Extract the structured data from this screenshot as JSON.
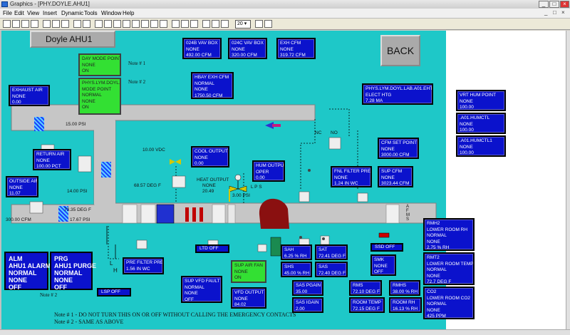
{
  "window": {
    "title": "Graphics - [PHY.DOYLE.AHU1]"
  },
  "menu": [
    "File",
    "Edit",
    "View",
    "Insert",
    "Dynamic",
    "Tools",
    "Window",
    "Help"
  ],
  "toolbar": {
    "zoom": "20"
  },
  "page": {
    "title": "Doyle AHU1",
    "back_label": "BACK"
  },
  "notes": {
    "n1": "Note # 1",
    "n2": "Note # 2",
    "n2b": "Note # 2",
    "footer1": "Note # 1 - DO NOT TURN THIS ON OR OFF WITHOUT CALLING THE EMERGENCY CONTACTS",
    "footer2": "Note # 2 - SAME AS ABOVE"
  },
  "points": {
    "day_mode": [
      "DAY MODE POINT",
      "NONE",
      "ON"
    ],
    "mode_point": [
      "PHYS.LYM.DOYL.",
      "MODE POINT",
      "NORMAL",
      "NONE",
      "ON"
    ],
    "exhaust_air": [
      "EXHAUST AIR",
      "NONE",
      "0.00"
    ],
    "vav024b": [
      "024B VAV BOX",
      "NONE",
      "492.00 CFM"
    ],
    "vav024c": [
      "024C VAV BOX",
      "NONE",
      "320.00 CFM"
    ],
    "exh_cfm": [
      "EXH CFM",
      "NONE",
      "319.72 CFM"
    ],
    "hbay_exh": [
      "HBAY EXH CFM",
      "NORMAL",
      "NONE",
      "1750.50 CFM"
    ],
    "lab_eht": [
      "PHYS.LYM.DOYL.LAB.A01.EHT",
      "ELECT HTG",
      "7.28 MA"
    ],
    "return_air": [
      "RETURN AIR",
      "NONE",
      "100.00 PCT"
    ],
    "outside_air": [
      "OUTSIDE AIR",
      "NONE",
      "11.07"
    ],
    "cool_output": [
      "COOL OUTPUT",
      "NONE",
      "0.00"
    ],
    "hum_output": [
      "HUM OUTPUT",
      "OPER",
      "0.00"
    ],
    "cfm_setpoint": [
      "CFM SET POINT",
      "NONE",
      "3000.00 CFM"
    ],
    "fnl_filter": [
      "FNL FILTER PRES",
      "NONE",
      "1.24 IN WC"
    ],
    "sup_cfm": [
      "SUP CFM",
      "NONE",
      "3023.44 CFM"
    ],
    "vrt_hum": [
      "VRT HUM POINT",
      "NONE",
      "100.00"
    ],
    "a01_humctl": [
      ".A01.HUMCTL",
      "NONE",
      "100.00"
    ],
    "a01_humctl1": [
      ".A01.HUMCTL1",
      "NONE",
      "100.00"
    ],
    "rmh2": [
      "RMH2",
      "LOWER ROOM RH",
      "NORMAL",
      "NONE",
      "2.75 % RH"
    ],
    "rmt2": [
      "RMT2",
      "LOWER ROOM TEMP",
      "NORMAL",
      "NONE",
      "72.7 DEG F"
    ],
    "co2": [
      "CO2",
      "LOWER ROOM CO2",
      "NORMAL",
      "NONE",
      "425 PPM"
    ],
    "pre_filter": [
      "PRE FILTER PRES",
      "1.56 IN WC"
    ],
    "sup_air_fan": [
      "SUP AIR FAN",
      "NONE",
      "ON"
    ],
    "sup_vfd_fault": [
      "SUP VFD FAULT",
      "NORMAL",
      "NONE",
      "OFF"
    ],
    "vfd_output": [
      "VFD OUTPUT",
      "NONE",
      "84.02"
    ],
    "sah": [
      "SAH",
      "6.25 % RH"
    ],
    "sat": [
      "SAT",
      "72.41 DEG F"
    ],
    "shs": [
      "SHS",
      "45.00 % RH"
    ],
    "sas": [
      "SAS",
      "72.40 DEG F"
    ],
    "sas_pgain": [
      "SAS PGAIN",
      "35.00"
    ],
    "sas_igain": [
      "SAS IGAIN",
      "2.00"
    ],
    "rms": [
      "RMS",
      "72.10 DEG F"
    ],
    "rmhs": [
      "RMHS",
      "38.00 % RH"
    ],
    "room_temp": [
      "ROOM TEMP",
      "72.15 DEG F"
    ],
    "room_rh": [
      "ROOM RH",
      "16.13 % RH"
    ],
    "smk": [
      "SMK",
      "NONE",
      "OFF"
    ],
    "alm": [
      "ALM",
      "AHU1 ALARM",
      "NORMAL",
      "NONE",
      "OFF"
    ],
    "prg": [
      "PRG",
      "AHU1 PURGE",
      "NORMAL",
      "NONE",
      "OFF"
    ]
  },
  "status": {
    "ltd": "LTD   OFF",
    "lsp": "LSP   OFF",
    "ssd": "SSD   OFF"
  },
  "labels": {
    "psi_top": "15.00 PSI",
    "vdc": "10.00 VDC",
    "degf_mid": "68.57 DEG F",
    "heat_output": "HEAT OUTPUT",
    "heat_none": "NONE",
    "heat_val": "20.49",
    "lps": "3.00 PSI",
    "lps_tag": "L P S",
    "psi_mid": "14.00 PSI",
    "degf_low": "73.35 DEG F",
    "psi_low": "17.67 PSI",
    "cfm_oa": "300.00 CFM",
    "h_label": "H",
    "l_label": "L",
    "afms": "A F M S",
    "nc": "NC",
    "no": "NO"
  }
}
